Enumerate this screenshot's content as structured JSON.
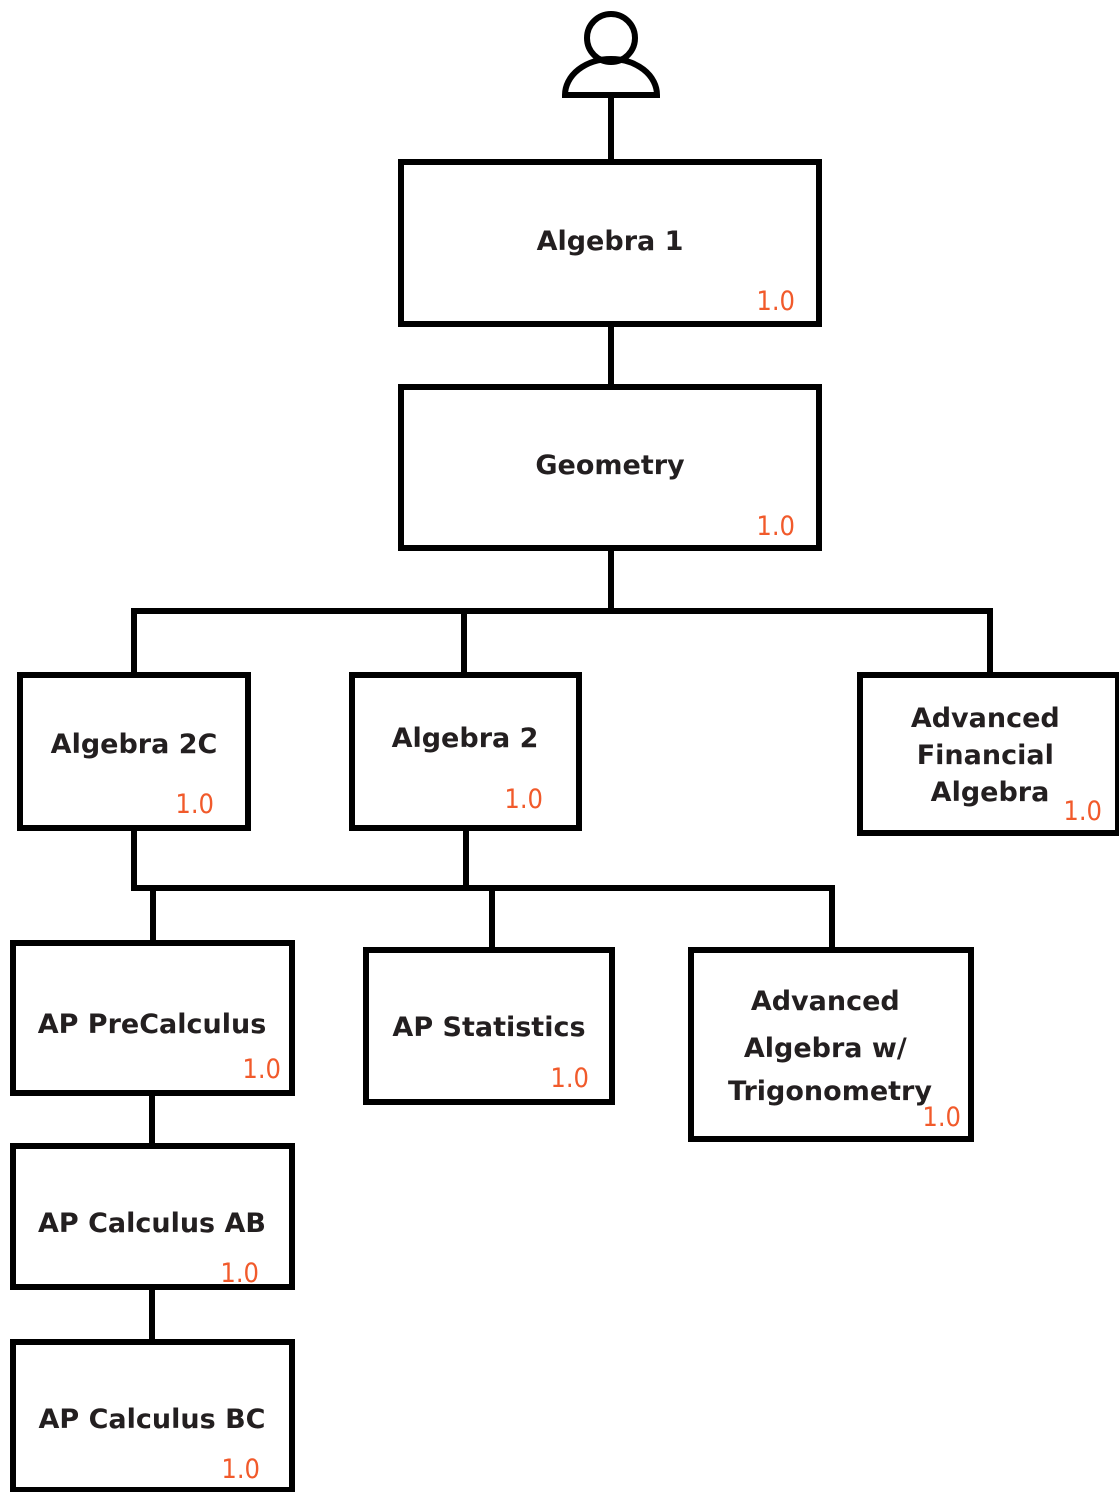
{
  "colors": {
    "line": "#000000",
    "label": "#231f20",
    "credit": "#f15a2b"
  },
  "icons": {
    "top": "person-icon"
  },
  "courses": [
    {
      "id": "algebra-1",
      "lines": [
        "Algebra 1"
      ],
      "credit": "1.0"
    },
    {
      "id": "geometry",
      "lines": [
        "Geometry"
      ],
      "credit": "1.0"
    },
    {
      "id": "algebra-2c",
      "lines": [
        "Algebra 2C"
      ],
      "credit": "1.0"
    },
    {
      "id": "algebra-2",
      "lines": [
        "Algebra 2"
      ],
      "credit": "1.0"
    },
    {
      "id": "advanced-financial-algebra",
      "lines": [
        "Advanced",
        "Financial",
        "Algebra"
      ],
      "credit": "1.0"
    },
    {
      "id": "ap-precalculus",
      "lines": [
        "AP PreCalculus"
      ],
      "credit": "1.0"
    },
    {
      "id": "ap-statistics",
      "lines": [
        "AP Statistics"
      ],
      "credit": "1.0"
    },
    {
      "id": "advanced-algebra-trig",
      "lines": [
        "Advanced",
        "Algebra w/",
        "Trigonometry"
      ],
      "credit": "1.0"
    },
    {
      "id": "ap-calculus-ab",
      "lines": [
        "AP Calculus AB"
      ],
      "credit": "1.0"
    },
    {
      "id": "ap-calculus-bc",
      "lines": [
        "AP Calculus BC"
      ],
      "credit": "1.0"
    }
  ]
}
